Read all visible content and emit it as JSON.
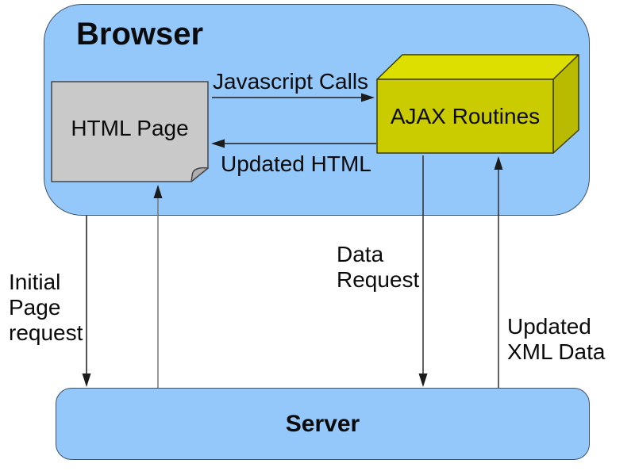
{
  "diagram": {
    "nodes": {
      "browser": {
        "label": "Browser",
        "shape": "rounded-rectangle"
      },
      "html_page": {
        "label": "HTML Page",
        "shape": "document"
      },
      "ajax_routines": {
        "label": "AJAX Routines",
        "shape": "3d-box"
      },
      "server": {
        "label": "Server",
        "shape": "rounded-rectangle"
      }
    },
    "edges": {
      "javascript_calls": {
        "label": "Javascript Calls",
        "from": "HTML Page",
        "to": "AJAX Routines",
        "direction": "right"
      },
      "updated_html": {
        "label": "Updated HTML",
        "from": "AJAX Routines",
        "to": "HTML Page",
        "direction": "left"
      },
      "initial_page_request": {
        "label": "Initial Page request",
        "lines": [
          "Initial",
          "Page",
          "request"
        ],
        "from": "Browser",
        "to": "Server",
        "direction": "down"
      },
      "page_response": {
        "label": "",
        "from": "Server",
        "to": "HTML Page",
        "direction": "up"
      },
      "data_request": {
        "label": "Data Request",
        "lines": [
          "Data",
          "Request"
        ],
        "from": "AJAX Routines",
        "to": "Server",
        "direction": "down"
      },
      "updated_xml_data": {
        "label": "Updated XML Data",
        "lines": [
          "Updated",
          "XML Data"
        ],
        "from": "Server",
        "to": "AJAX Routines",
        "direction": "up"
      }
    },
    "colors": {
      "container_fill": "#94c8fa",
      "container_border": "#3d5066",
      "document_fill": "#c9c9c9",
      "document_fold": "#aeaeae",
      "document_border": "#464646",
      "box_top": "#dcdf00",
      "box_front": "#cbcc00",
      "box_side": "#b9bb00",
      "box_border": "#3c3c00",
      "edge_line": "#1c1c1c",
      "text": "#0b0b0b",
      "background": "#ffffff"
    }
  }
}
